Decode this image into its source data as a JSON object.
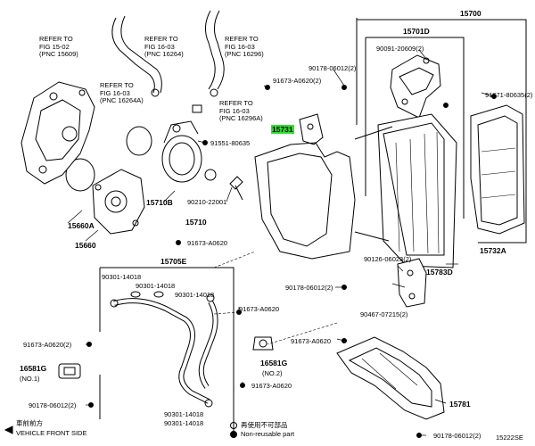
{
  "diagram": {
    "sheet_code": "15222SE",
    "refs": {
      "fig15_02": [
        "REFER TO",
        "FIG 15-02",
        "(PNC 15609)"
      ],
      "fig16_03a": [
        "REFER TO",
        "FIG 16-03",
        "(PNC 16264)"
      ],
      "fig16_03b": [
        "REFER TO",
        "FIG 16-03",
        "(PNC 16296)"
      ],
      "fig16_03c": [
        "REFER TO",
        "FIG 16-03",
        "(PNC 16264A)"
      ],
      "fig16_03d": [
        "REFER TO",
        "FIG 16-03",
        "(PNC 16296A)"
      ]
    },
    "parts": {
      "p15700": "15700",
      "p15701D": "15701D",
      "p15731": "15731",
      "p15710B": "15710B",
      "p15710": "15710",
      "p15660A": "15660A",
      "p15660": "15660",
      "p15705E": "15705E",
      "p15732A": "15732A",
      "p15783D": "15783D",
      "p15781": "15781",
      "p16581G_1": "16581G",
      "p16581G_1_sub": "(NO.1)",
      "p16581G_2": "16581G",
      "p16581G_2_sub": "(NO.2)",
      "p90178_06012_top": "90178-06012(2)",
      "p91673_A0620_top": "91673-A0620(2)",
      "p90091_20609": "90091-20609(2)",
      "p91671_80635": "91671-80635(2)",
      "p91551_80635": "91551-80635",
      "p90210_22001": "90210-22001",
      "p91673_A0620_mid": "91673-A0620",
      "p90301_14018_a": "90301-14018",
      "p90301_14018_b": "90301-14018",
      "p90301_14018_c": "90301-14018",
      "p90178_06012_mid": "90178-06012(2)",
      "p90126_06023": "90126-06023(2)",
      "p90467_07215": "90467-07215(2)",
      "p91673_A0620_r": "91673-A0620",
      "p91673_A0620_l": "91673-A0620(2)",
      "p91673_A0620_m": "91673-A0620",
      "p91673_A0620_low": "91673-A0620",
      "p90178_06012_left": "90178-06012(2)",
      "p90301_14018_d": "90301-14018",
      "p90301_14018_e": "90301-14018",
      "p90178_06012_bot": "90178-06012(2)"
    },
    "footer": {
      "vehicle_front_jp": "車前前方",
      "vehicle_front": "VEHICLE FRONT SIDE",
      "non_reusable_jp": "再使用不可部品",
      "non_reusable": "Non-reusable part"
    }
  }
}
